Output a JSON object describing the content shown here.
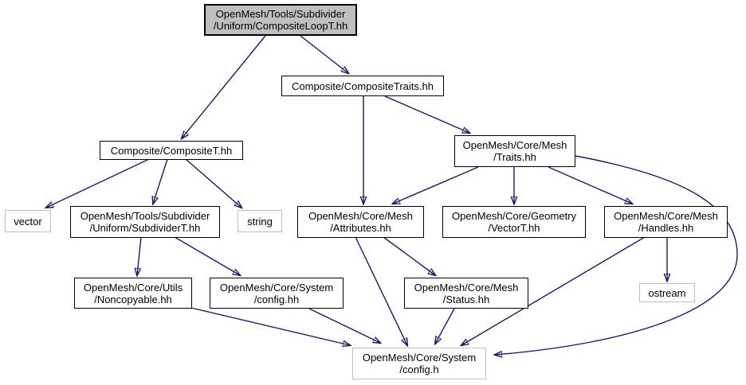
{
  "diagram": {
    "type": "include-dependency-graph",
    "colors": {
      "edge": "#191970",
      "root_fill": "#bfbfbf",
      "node_border": "#000000",
      "external_node_border": "#c0c0c0",
      "background": "#ffffff",
      "text": "#000000"
    },
    "nodes": [
      {
        "id": "composite-loopt",
        "label": "OpenMesh/Tools/Subdivider\n/Uniform/CompositeLoopT.hh",
        "kind": "root"
      },
      {
        "id": "composite-traits",
        "label": "Composite/CompositeTraits.hh",
        "kind": "internal"
      },
      {
        "id": "composite-t",
        "label": "Composite/CompositeT.hh",
        "kind": "internal"
      },
      {
        "id": "mesh-traits",
        "label": "OpenMesh/Core/Mesh\n/Traits.hh",
        "kind": "internal"
      },
      {
        "id": "vector",
        "label": "vector",
        "kind": "external"
      },
      {
        "id": "subdividert",
        "label": "OpenMesh/Tools/Subdivider\n/Uniform/SubdividerT.hh",
        "kind": "internal"
      },
      {
        "id": "string",
        "label": "string",
        "kind": "external"
      },
      {
        "id": "attributes",
        "label": "OpenMesh/Core/Mesh\n/Attributes.hh",
        "kind": "internal"
      },
      {
        "id": "vectort",
        "label": "OpenMesh/Core/Geometry\n/VectorT.hh",
        "kind": "internal"
      },
      {
        "id": "handles",
        "label": "OpenMesh/Core/Mesh\n/Handles.hh",
        "kind": "internal"
      },
      {
        "id": "noncopyable",
        "label": "OpenMesh/Core/Utils\n/Noncopyable.hh",
        "kind": "internal"
      },
      {
        "id": "config-hh",
        "label": "OpenMesh/Core/System\n/config.hh",
        "kind": "internal"
      },
      {
        "id": "status",
        "label": "OpenMesh/Core/Mesh\n/Status.hh",
        "kind": "internal"
      },
      {
        "id": "ostream",
        "label": "ostream",
        "kind": "external"
      },
      {
        "id": "config-h",
        "label": "OpenMesh/Core/System\n/config.h",
        "kind": "external"
      }
    ],
    "edges": [
      {
        "from": "composite-loopt",
        "to": "composite-t"
      },
      {
        "from": "composite-loopt",
        "to": "composite-traits"
      },
      {
        "from": "composite-traits",
        "to": "attributes"
      },
      {
        "from": "composite-traits",
        "to": "mesh-traits"
      },
      {
        "from": "composite-t",
        "to": "vector"
      },
      {
        "from": "composite-t",
        "to": "subdividert"
      },
      {
        "from": "composite-t",
        "to": "string"
      },
      {
        "from": "mesh-traits",
        "to": "attributes"
      },
      {
        "from": "mesh-traits",
        "to": "vectort"
      },
      {
        "from": "mesh-traits",
        "to": "handles"
      },
      {
        "from": "mesh-traits",
        "to": "config-h"
      },
      {
        "from": "subdividert",
        "to": "noncopyable"
      },
      {
        "from": "subdividert",
        "to": "config-hh"
      },
      {
        "from": "attributes",
        "to": "status"
      },
      {
        "from": "attributes",
        "to": "config-h"
      },
      {
        "from": "handles",
        "to": "ostream"
      },
      {
        "from": "handles",
        "to": "config-h"
      },
      {
        "from": "noncopyable",
        "to": "config-h"
      },
      {
        "from": "config-hh",
        "to": "config-h"
      },
      {
        "from": "status",
        "to": "config-h"
      }
    ]
  }
}
